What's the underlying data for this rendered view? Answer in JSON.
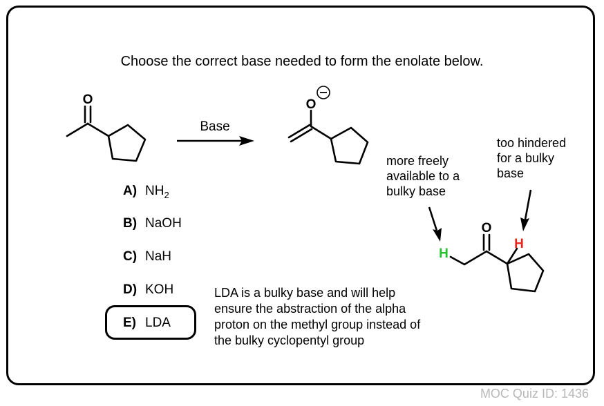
{
  "question": "Choose the correct base needed to form the enolate below.",
  "reaction": {
    "arrow_label": "Base",
    "reactant_atom": "O",
    "product_atom": "O",
    "product_charge": "−"
  },
  "choices": [
    {
      "letter": "A)",
      "text": "NH",
      "sub": "2"
    },
    {
      "letter": "B)",
      "text": "NaOH",
      "sub": ""
    },
    {
      "letter": "C)",
      "text": "NaH",
      "sub": ""
    },
    {
      "letter": "D)",
      "text": "KOH",
      "sub": ""
    },
    {
      "letter": "E)",
      "text": "LDA",
      "sub": ""
    }
  ],
  "selected_choice": "E)",
  "explanation": "LDA is a bulky base and will help ensure the abstraction of the alpha proton on the methyl group instead of the bulky cyclopentyl group",
  "annotations": {
    "methyl_note": [
      "more freely",
      "available to a",
      "bulky base"
    ],
    "ring_note": [
      "too hindered",
      "for a bulky",
      "base"
    ],
    "methyl_h": "H",
    "ring_h": "H",
    "ketone_o": "O"
  },
  "colors": {
    "methyl_h": "#22c12a",
    "ring_h": "#e8281d"
  },
  "footer": "MOC Quiz ID: 1436"
}
